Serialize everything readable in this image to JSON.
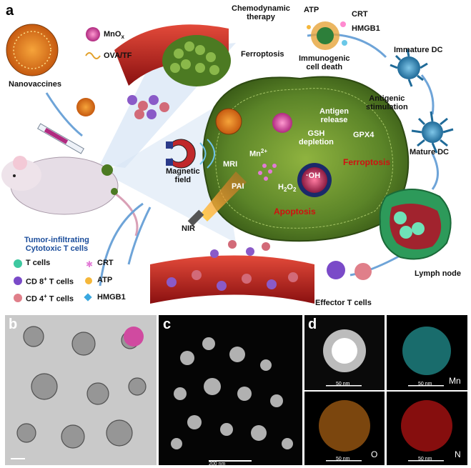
{
  "panel_a": {
    "letter": "a",
    "nanovaccines": "Nanovaccines",
    "mnox": "MnO",
    "mnox_sub": "x",
    "ova_tf": "OVA/TF",
    "chemodynamic": "Chemodynamic",
    "therapy": "therapy",
    "ferroptosis_top": "Ferroptosis",
    "atp_top": "ATP",
    "crt_top": "CRT",
    "hmgb1_top": "HMGB1",
    "immunogenic": "Immunogenic",
    "cell_death": "cell death",
    "immature_dc": "Immature DC",
    "antigenic": "Antigenic",
    "stimulation": "stimulation",
    "antigen": "Antigen",
    "release": "release",
    "gsh": "GSH",
    "depletion": "depletion",
    "gpx4": "GPX4",
    "ferroptosis_red": "Ferroptosis",
    "mn2": "Mn",
    "mn2_sup": "2+",
    "oh": "·OH",
    "h2o2": "H",
    "h2o2_sub1": "2",
    "h2o2_o": "O",
    "h2o2_sub2": "2",
    "apoptosis": "Apoptosis",
    "magnetic": "Magnetic",
    "field": "field",
    "mri": "MRI",
    "pai": "PAI",
    "nir": "NIR",
    "mature_dc": "Mature DC",
    "lymph_node": "Lymph node",
    "effector": "Effector T cells",
    "tumor_inf1": "Tumor-infiltrating",
    "tumor_inf2": "Cytotoxic T cells",
    "legend": {
      "t_cells": "T cells",
      "crt": "CRT",
      "cd8_a": "CD 8",
      "cd8_sup": "+",
      "cd8_b": " T cells",
      "atp": "ATP",
      "cd4_a": "CD 4",
      "cd4_sup": "+",
      "cd4_b": " T cells",
      "hmgb1": "HMGB1"
    }
  },
  "panel_b": {
    "letter": "b"
  },
  "panel_c": {
    "letter": "c",
    "scale": "200 nm"
  },
  "panel_d": {
    "letter": "d",
    "scale": "50 nm",
    "mn": "Mn",
    "o": "O",
    "n": "N"
  },
  "colors": {
    "tumor_green": "#5f8a2a",
    "vessel_red": "#b52020",
    "dc_blue": "#2f7fb0",
    "accent_red": "#d01010",
    "mn_map": "#2ec4c4",
    "o_map": "#e0801a",
    "n_map": "#e01818"
  }
}
